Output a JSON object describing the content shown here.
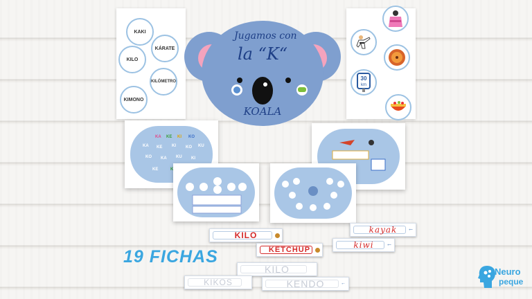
{
  "title": {
    "line1": "Jugamos con",
    "line2": "la “K“",
    "caption": "KOALA"
  },
  "left_circles": [
    "KAKI",
    "KÁRATE",
    "KILO",
    "KILÓMETRO",
    "KIMONO"
  ],
  "right_pictures": [
    "kimono-icon",
    "karate-icon",
    "kiwi-icon",
    "kilometer-sign-icon",
    "kaki-icon",
    "ketchup-icon"
  ],
  "km_sign_value": "30",
  "km_sign_unit": "km",
  "worksheet_letters": [
    "KA",
    "KE",
    "KI",
    "KO",
    "KU"
  ],
  "strips": {
    "kilo_bold": "KILO",
    "ketchup": "KETCHUP",
    "kayak": "kayak",
    "kiwi": "kiwi",
    "kilo_outline": "KILO",
    "kikos": "KIKOS",
    "kendo": "KENDO"
  },
  "fichas": "19 FICHAS",
  "logo": {
    "line1": "Neuro",
    "line2": "peque"
  },
  "colors": {
    "koala_blue": "#7f9fcf",
    "ear_pink": "#f4a3bd",
    "title_blue": "#1e3f86",
    "accent_cyan": "#3aa6e0",
    "red": "#d42a2a"
  }
}
